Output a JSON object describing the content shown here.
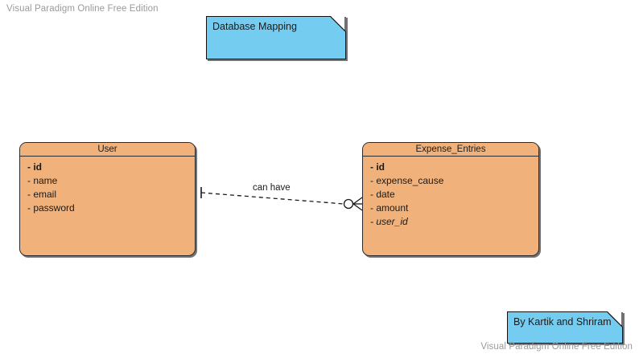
{
  "watermarks": {
    "top_left": "Visual Paradigm Online Free Edition",
    "bottom_right": "Visual Paradigm Online Free Edition"
  },
  "notes": [
    {
      "id": "database-mapping-note",
      "text": "Database Mapping",
      "fill": "#74cdf0",
      "stroke": "#111111"
    },
    {
      "id": "authors-note",
      "text": "By Kartik and Shriram",
      "fill": "#74cdf0",
      "stroke": "#111111"
    }
  ],
  "diagram": {
    "type": "entity-relationship",
    "entity_fill": "#f0b27a",
    "entity_stroke": "#2b2b2b",
    "entities": [
      {
        "id": "user",
        "title": "User",
        "attributes": [
          {
            "label": "- id",
            "key": "pk"
          },
          {
            "label": "- name",
            "key": ""
          },
          {
            "label": "- email",
            "key": ""
          },
          {
            "label": "- password",
            "key": ""
          }
        ]
      },
      {
        "id": "expense-entries",
        "title": "Expense_Entries",
        "attributes": [
          {
            "label": "- id",
            "key": "pk"
          },
          {
            "label": "- expense_cause",
            "key": ""
          },
          {
            "label": "- date",
            "key": ""
          },
          {
            "label": "- amount",
            "key": ""
          },
          {
            "label": "- user_id",
            "key": "fk"
          }
        ]
      }
    ],
    "relationships": [
      {
        "id": "user-can-have-expense-entries",
        "label": "can have",
        "from": "user",
        "to": "expense-entries",
        "from_cardinality": "one",
        "to_cardinality": "zero-or-many",
        "line_style": "dashed"
      }
    ]
  }
}
